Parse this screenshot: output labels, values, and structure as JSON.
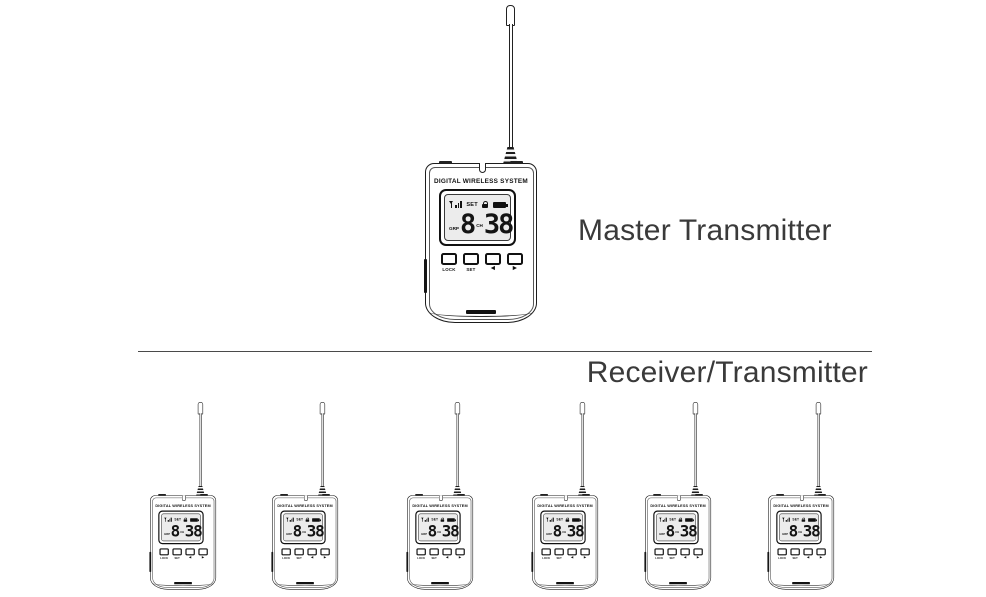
{
  "sections": {
    "master_label": "Master Transmitter",
    "receiver_label": "Receiver/Transmitter"
  },
  "device": {
    "brand": "DIGITAL WIRELESS SYSTEM",
    "lcd": {
      "signal_icon": "signal-strength-bars",
      "set_label": "SET",
      "lock_icon": "padlock",
      "battery_icon": "battery-full",
      "group_label": "GRP",
      "group_value": "8",
      "channel_label": "CH",
      "channel_value": "38"
    },
    "buttons": [
      {
        "label": "LOCK"
      },
      {
        "label": "SET"
      },
      {
        "label": "◄"
      },
      {
        "label": "►"
      }
    ]
  },
  "receiver_count": 6,
  "colors": {
    "line_art": "#1d1d1d",
    "label_text": "#3a3a3a",
    "lcd_background": "#ececec"
  }
}
